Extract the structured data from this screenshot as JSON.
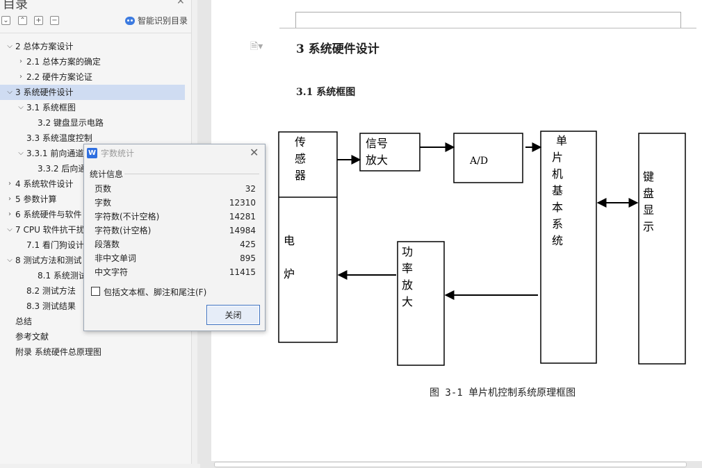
{
  "toc": {
    "title": "目录",
    "smart_label": "智能识别目录",
    "items": [
      {
        "label": "2  总体方案设计",
        "level": 0,
        "chevron": "v"
      },
      {
        "label": "2.1 总体方案的确定",
        "level": 1,
        "chevron": ">"
      },
      {
        "label": "2.2  硬件方案论证",
        "level": 1,
        "chevron": ">"
      },
      {
        "label": "3   系统硬件设计",
        "level": 0,
        "chevron": "v",
        "selected": true
      },
      {
        "label": "3.1 系统框图",
        "level": 1,
        "chevron": "v"
      },
      {
        "label": "3.2  键盘显示电路",
        "level": 2,
        "chevron": ""
      },
      {
        "label": "3.3 系统温度控制",
        "level": 1,
        "chevron": ""
      },
      {
        "label": "3.3.1 前向通道:",
        "level": 1,
        "chevron": "v"
      },
      {
        "label": "3.3.2  后向通",
        "level": 2,
        "chevron": ""
      },
      {
        "label": "4  系统软件设计",
        "level": 0,
        "chevron": ">"
      },
      {
        "label": "5    参数计算",
        "level": 0,
        "chevron": ">"
      },
      {
        "label": "6  系统硬件与软件",
        "level": 0,
        "chevron": ">"
      },
      {
        "label": "7    CPU 软件抗干扰",
        "level": 0,
        "chevron": "v"
      },
      {
        "label": "7.1    看门狗设计",
        "level": 1,
        "chevron": ""
      },
      {
        "label": "8    测试方法和测试",
        "level": 0,
        "chevron": "v"
      },
      {
        "label": "8.1    系统测试",
        "level": 2,
        "chevron": ""
      },
      {
        "label": "8.2    测试方法",
        "level": 1,
        "chevron": ""
      },
      {
        "label": "8.3    测试结果",
        "level": 1,
        "chevron": ""
      },
      {
        "label": "总结",
        "level": 0,
        "chevron": ""
      },
      {
        "label": "参考文献",
        "level": 0,
        "chevron": ""
      },
      {
        "label": "附录  系统硬件总原理图",
        "level": 0,
        "chevron": ""
      }
    ]
  },
  "doc": {
    "heading1": "3   系统硬件设计",
    "heading2": "3.1 系统框图",
    "diagram": {
      "sensor": [
        "传",
        "感",
        "器"
      ],
      "furnace": [
        "电",
        "炉"
      ],
      "amp_lines": [
        "信号",
        "放大"
      ],
      "ad": "A/D",
      "mcu": [
        "单",
        "片",
        "机",
        "基",
        "本",
        "系",
        "统"
      ],
      "kbd": [
        "键",
        "盘",
        "显",
        "示"
      ],
      "power": [
        "功",
        "率",
        "放",
        "大"
      ]
    },
    "caption": "图 3-1   单片机控制系统原理框图"
  },
  "dialog": {
    "title": "字数统计",
    "group": "统计信息",
    "stats": [
      {
        "k": "页数",
        "v": "32"
      },
      {
        "k": "字数",
        "v": "12310"
      },
      {
        "k": "字符数(不计空格)",
        "v": "14281"
      },
      {
        "k": "字符数(计空格)",
        "v": "14984"
      },
      {
        "k": "段落数",
        "v": "425"
      },
      {
        "k": "非中文单词",
        "v": "895"
      },
      {
        "k": "中文字符",
        "v": "11415"
      }
    ],
    "checkbox_label": "包括文本框、脚注和尾注(F)",
    "close_label": "关闭"
  }
}
